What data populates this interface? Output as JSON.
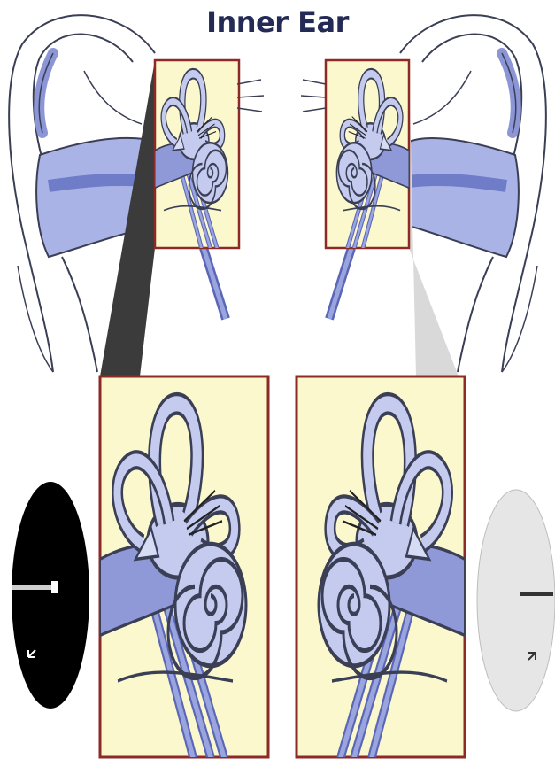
{
  "title": "Inner Ear",
  "colors": {
    "panel_fill": "#fbf8cd",
    "panel_border": "#8e2a25",
    "ear_outline": "#3b3f55",
    "canal_blue": "#aab3e6",
    "canal_dark": "#6f7cc8",
    "cochlea_fill": "#c4cbef",
    "connector_left": "#3b3b3b",
    "connector_right": "#d9d9d9",
    "dial_left": "#000000",
    "dial_right": "#e6e6e6"
  },
  "icons": {
    "left_ear": "outer-ear-left-illustration",
    "right_ear": "outer-ear-right-illustration",
    "left_dial": "dark-dial-icon",
    "right_dial": "light-dial-icon"
  }
}
